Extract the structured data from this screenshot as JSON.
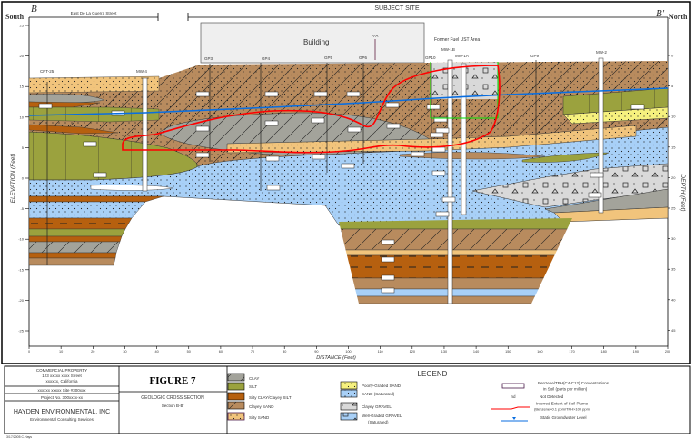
{
  "header": {
    "section_start": "B",
    "section_end": "B'",
    "south": "South",
    "north": "North",
    "street_label": "East De La Guerra Street",
    "subject_site": "SUBJECT SITE",
    "building": "Building",
    "ust_area": "Former Fuel UST Area",
    "crossing_section": "A-A'"
  },
  "borings": [
    "CPT-25",
    "MW-4",
    "GP3",
    "GP4",
    "GP5",
    "GP6",
    "GP10",
    "MW-1B",
    "MW-1A",
    "GP9",
    "MW-2"
  ],
  "axes": {
    "elevation_title": "ELEVATION (Feet)",
    "depth_title": "DEPTH (Feet)",
    "distance_title": "DISTANCE (Feet)",
    "elevation_ticks": [
      25,
      20,
      15,
      10,
      5,
      0,
      -5,
      -10,
      -15,
      -20,
      -25
    ],
    "depth_ticks": [
      0,
      5,
      10,
      15,
      20,
      25,
      30,
      35,
      40,
      45
    ],
    "distance_ticks": [
      0,
      10,
      20,
      30,
      40,
      50,
      60,
      70,
      80,
      90,
      100,
      110,
      120,
      130,
      140,
      150,
      160,
      170,
      180,
      190,
      200
    ]
  },
  "colors": {
    "clay": "#a3a39b",
    "silt": "#9ba23e",
    "silty_clay": "#b6600f",
    "clayey_sand": "#b88b5e",
    "silty_sand": "#f1c47c",
    "poorly_graded_sand": "#f6f17e",
    "saturated_sand": "#a8d0f7",
    "clayey_gravel": "#d9d9d9",
    "well_graded_gravel": "#a8d0f7",
    "plume": "#ff0000",
    "groundwater": "#0a6ee0",
    "ust_outline": "#00dd00"
  },
  "title_block": {
    "property": "COMMERCIAL PROPERTY",
    "address": "123 xxxxx xxxx Street",
    "city": "xxxxxx, California",
    "site_no": "xxxxxx xxxxx Site #300xxx",
    "project_no": "Project No. 300xxxx-xx",
    "company": "HAYDEN ENVIRONMENTAL, INC",
    "company_sub": "Environmental Consulting Services",
    "figure": "FIGURE 7",
    "figure_title": "GEOLOGIC CROSS SECTION",
    "figure_sub": "Section B-B'",
    "footer": "3/17/2005  C.Hays"
  },
  "legend": {
    "title": "LEGEND",
    "items": [
      {
        "label": "CLAY"
      },
      {
        "label": "SILT"
      },
      {
        "label": "Silty CLAY/Clayey SILT"
      },
      {
        "label": "Clayey SAND"
      },
      {
        "label": "Silty SAND"
      },
      {
        "label": "Poorly-Graded SAND"
      },
      {
        "label": "SAND (Saturated)"
      },
      {
        "label": "Clayey GRAVEL"
      },
      {
        "label": "Well-Graded GRAVEL",
        "label2": "(Saturated)"
      }
    ],
    "concentration_label": "Benzene/TPH(C4-C12) Concentrations",
    "concentration_label2": "in Soil (parts per million)",
    "nd": "nd",
    "nd_label": "Not Detected",
    "plume_label": "Inferred Extent of Soil Plume",
    "plume_label2": "(Benzene>0.1 ppm/TPH>100 ppm)",
    "gw_label": "Static Groundwater Level"
  }
}
